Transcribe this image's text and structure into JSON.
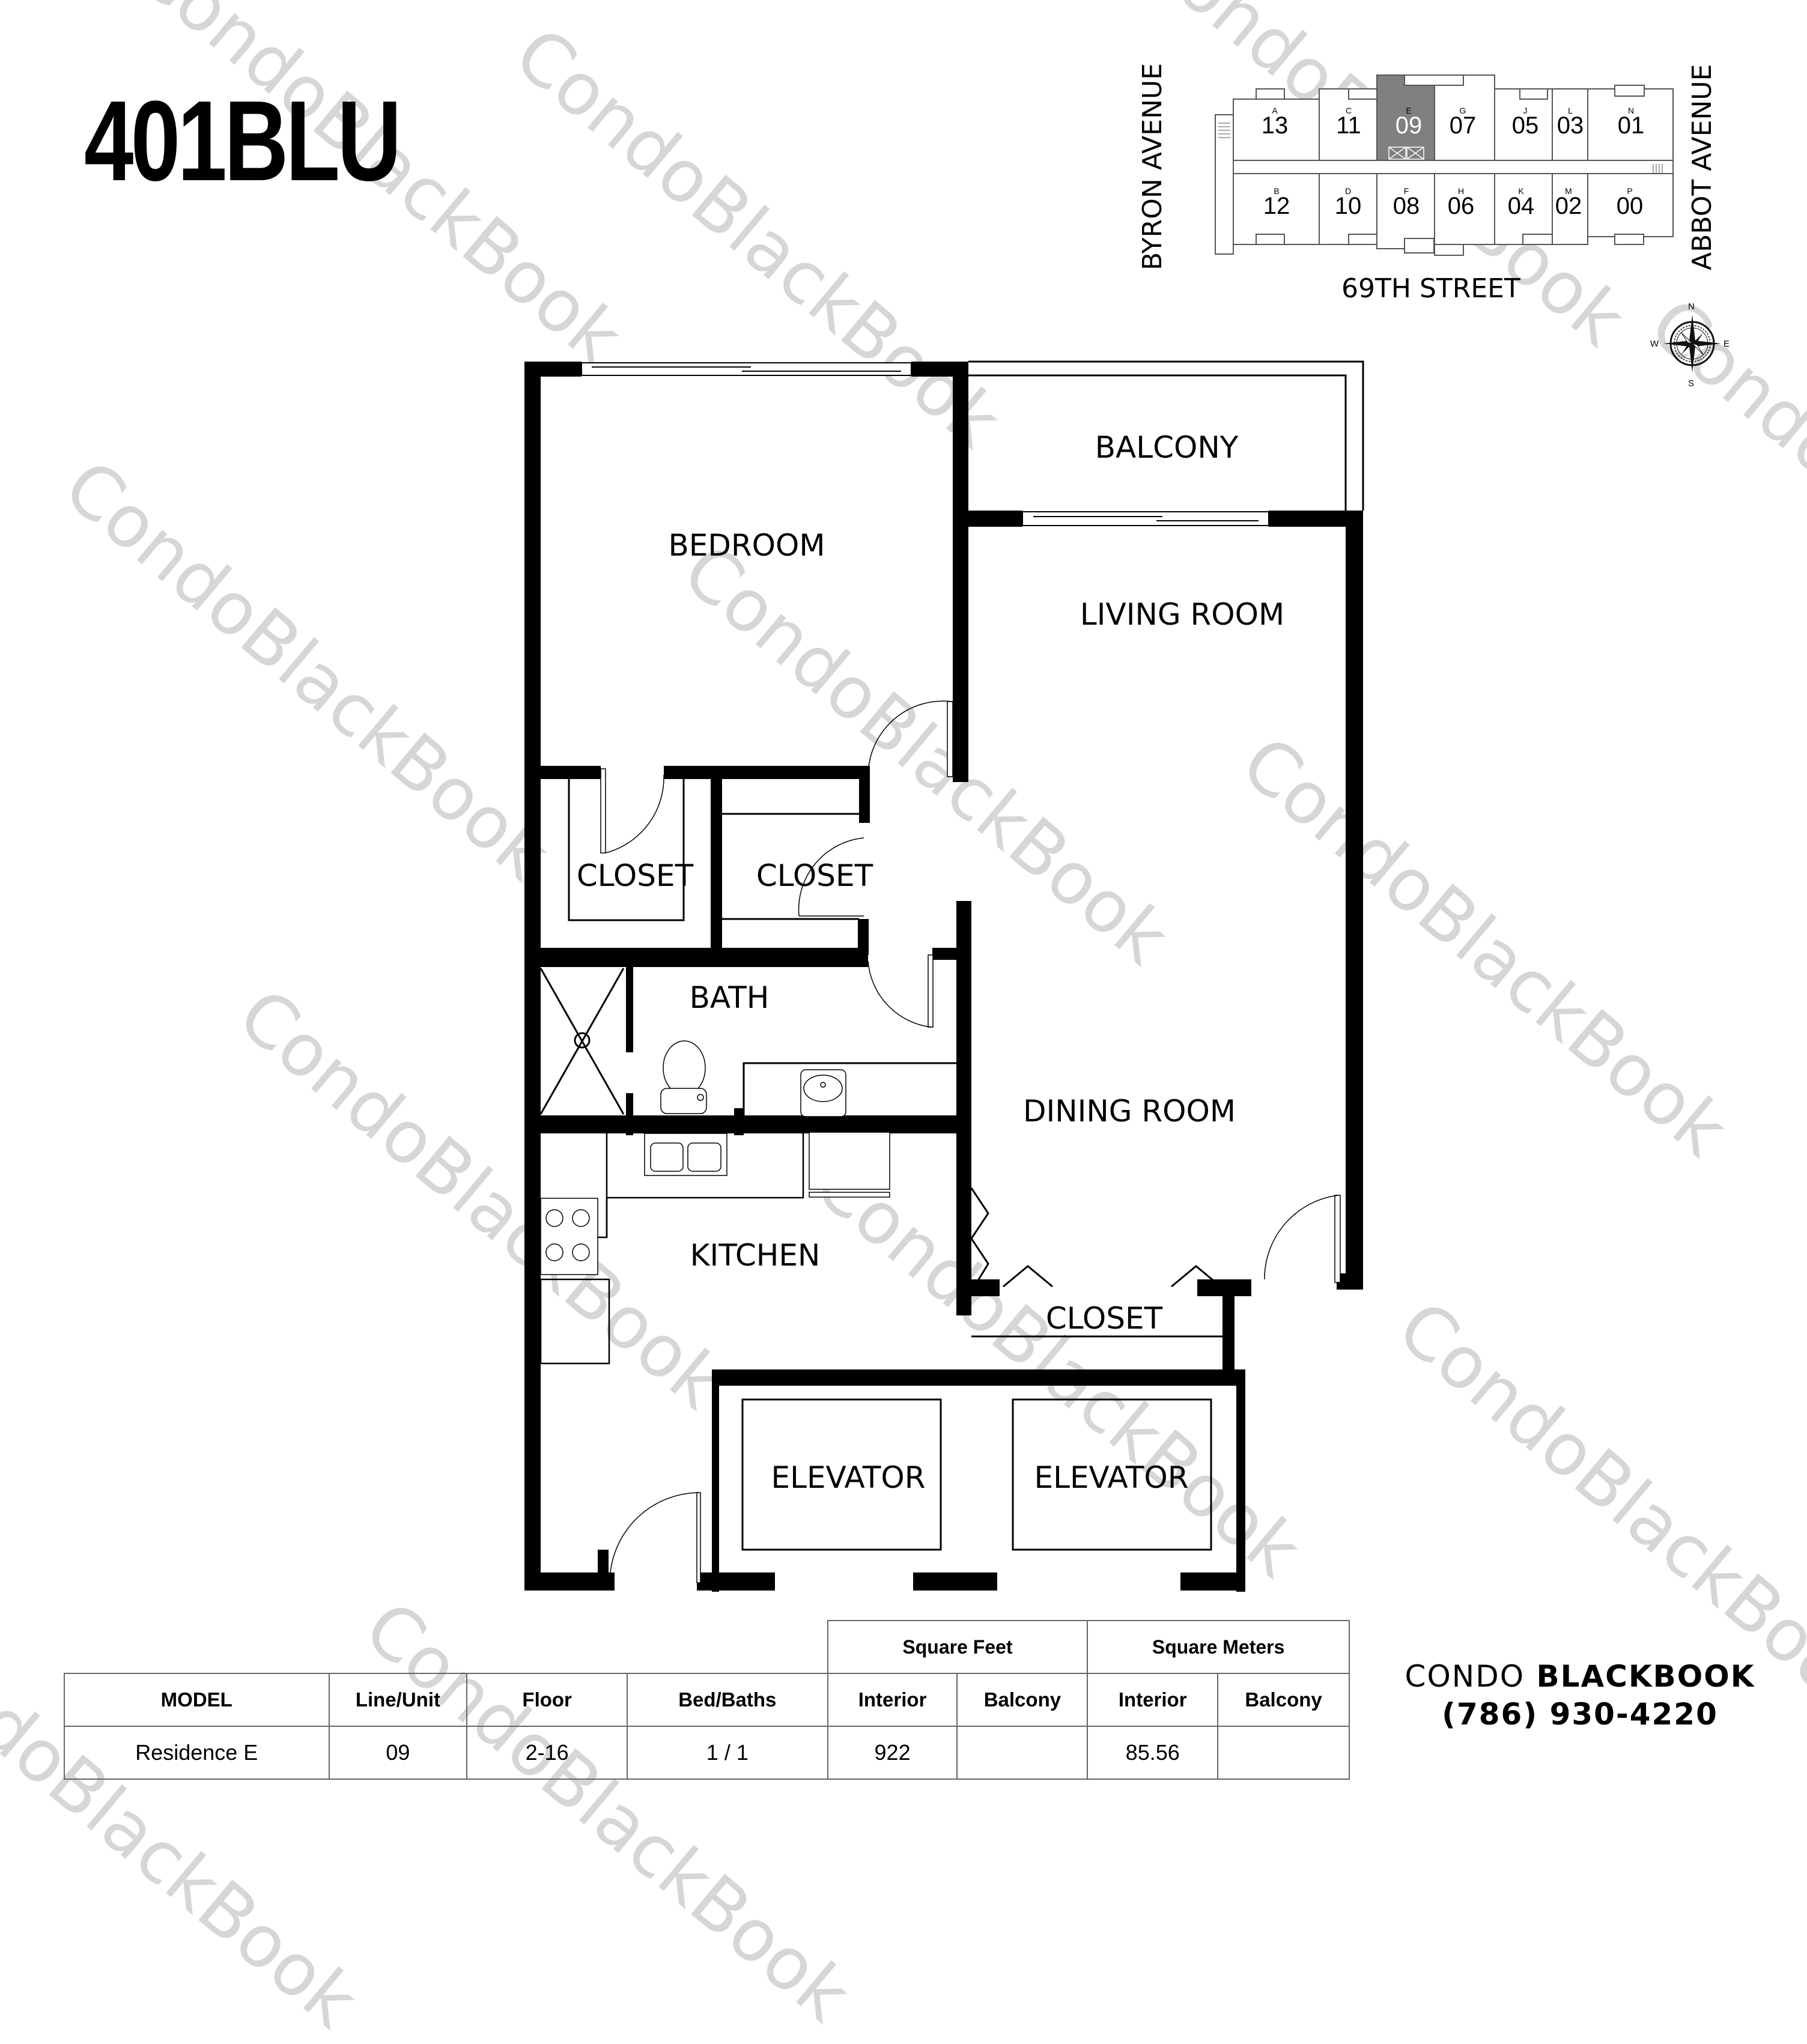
{
  "header": {
    "building_name": "401BLU"
  },
  "keyplan": {
    "streets": {
      "west": "BYRON AVENUE",
      "east": "ABBOT AVENUE",
      "south": "69TH STREET"
    },
    "highlighted_unit": "09",
    "highlight_color": "#808080",
    "north_units": [
      {
        "letter": "A",
        "number": "13"
      },
      {
        "letter": "C",
        "number": "11"
      },
      {
        "letter": "E",
        "number": "09"
      },
      {
        "letter": "G",
        "number": "07"
      },
      {
        "letter": "J",
        "number": "05"
      },
      {
        "letter": "L",
        "number": "03"
      },
      {
        "letter": "N",
        "number": "01"
      }
    ],
    "south_units": [
      {
        "letter": "B",
        "number": "12"
      },
      {
        "letter": "D",
        "number": "10"
      },
      {
        "letter": "F",
        "number": "08"
      },
      {
        "letter": "H",
        "number": "06"
      },
      {
        "letter": "K",
        "number": "04"
      },
      {
        "letter": "M",
        "number": "02"
      },
      {
        "letter": "P",
        "number": "00"
      }
    ]
  },
  "compass": {
    "icon": "compass-rose-icon",
    "n": "N",
    "s": "S",
    "e": "E",
    "w": "W"
  },
  "floorplan": {
    "rooms": {
      "bedroom": "BEDROOM",
      "balcony": "BALCONY",
      "living_room": "LIVING ROOM",
      "closet_1": "CLOSET",
      "closet_2": "CLOSET",
      "bath": "BATH",
      "dining_room": "DINING ROOM",
      "kitchen": "KITCHEN",
      "closet_3": "CLOSET",
      "elevator_1": "ELEVATOR",
      "elevator_2": "ELEVATOR"
    }
  },
  "spec_table": {
    "group_headers": {
      "square_feet": "Square Feet",
      "square_meters": "Square Meters"
    },
    "columns": [
      "MODEL",
      "Line/Unit",
      "Floor",
      "Bed/Baths",
      "Interior",
      "Balcony",
      "Interior",
      "Balcony"
    ],
    "row": {
      "model": "Residence E",
      "line_unit": "09",
      "floor": "2-16",
      "bed_baths": "1 / 1",
      "sqft_interior": "922",
      "sqft_balcony": "",
      "sqm_interior": "85.56",
      "sqm_balcony": ""
    }
  },
  "contact": {
    "brand_light": "CONDO",
    "brand_bold": "BLACKBOOK",
    "phone": "(786) 930-4220"
  },
  "watermark": {
    "text": "CondoBlackBook"
  }
}
